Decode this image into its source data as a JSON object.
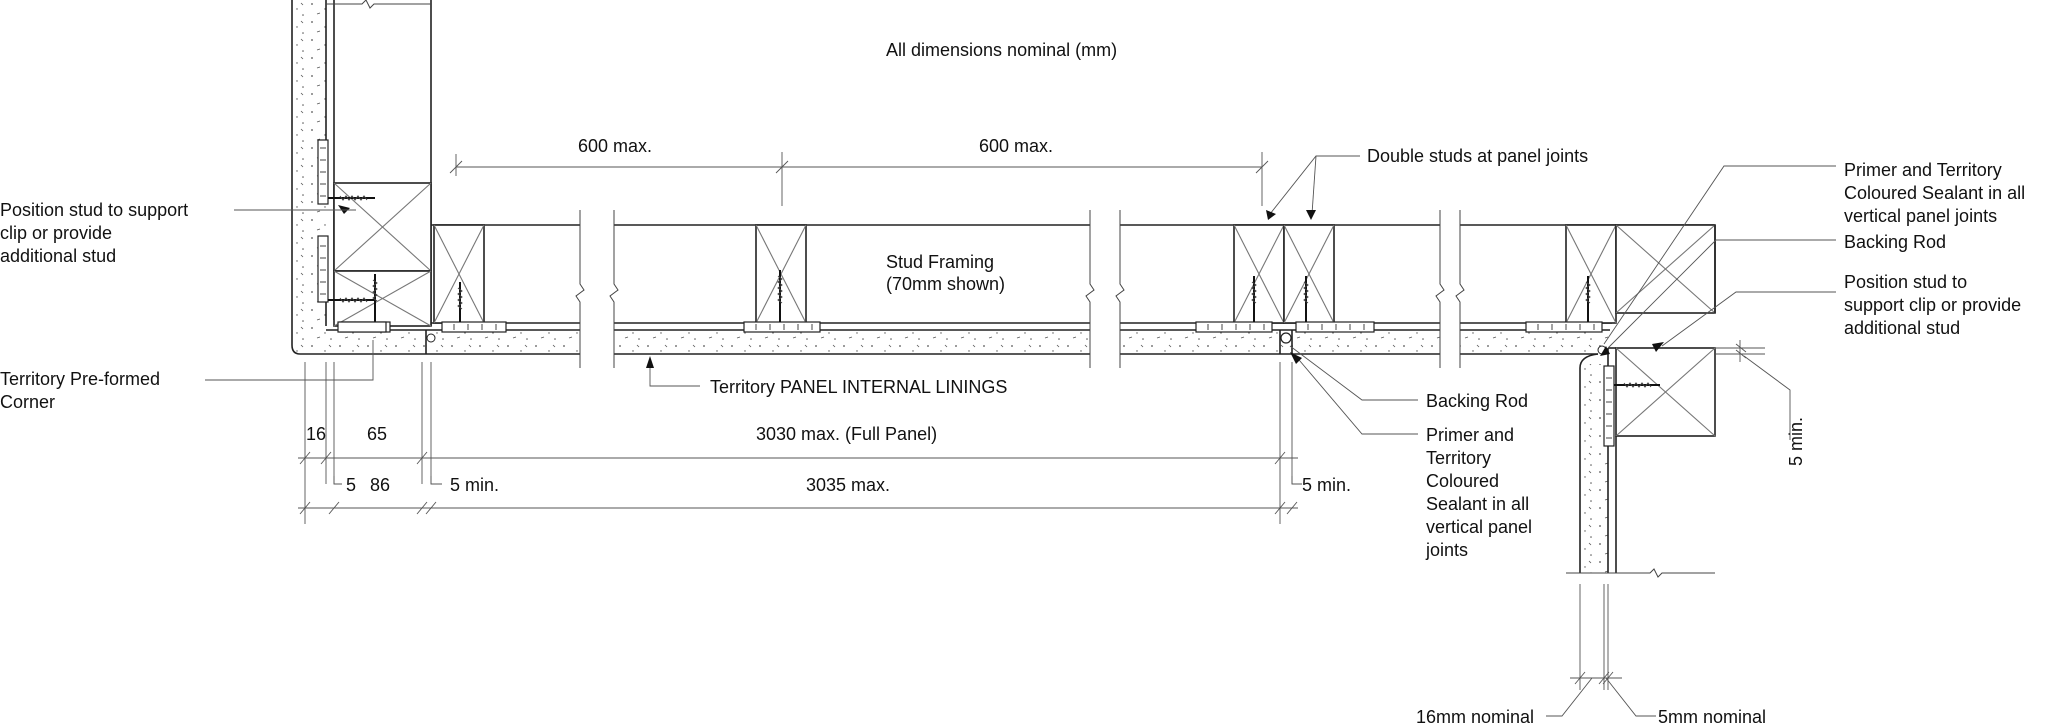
{
  "labels": {
    "nominal_note": "All dimensions nominal (mm)",
    "stud_spacing_1": "600 max.",
    "stud_spacing_2": "600 max.",
    "double_studs": "Double studs at panel joints",
    "stud_framing_line1": "Stud Framing",
    "stud_framing_line2": "(70mm shown)",
    "position_stud_left": [
      "Position stud to support",
      "clip or provide",
      "additional stud"
    ],
    "preformed_corner": [
      "Territory Pre-formed",
      "Corner"
    ],
    "panel_linings": "Territory PANEL INTERNAL LININGS",
    "dim_16": "16",
    "dim_65": "65",
    "dim_5": "5",
    "dim_86": "86",
    "dim_5min_left": "5 min.",
    "full_panel": "3030 max. (Full Panel)",
    "dim_3035": "3035 max.",
    "dim_5min_right": "5 min.",
    "backing_rod_lower": "Backing Rod",
    "sealant_lower": [
      "Primer and",
      "Territory",
      "Coloured",
      "Sealant in all",
      "vertical panel",
      "joints"
    ],
    "sealant_upper": [
      "Primer and Territory",
      "Coloured Sealant in all",
      "vertical panel joints"
    ],
    "backing_rod_upper": "Backing Rod",
    "position_stud_right": [
      "Position stud to",
      "support clip or provide",
      "additional stud"
    ],
    "dim_5min_vertical": "5 min.",
    "nominal_16": "16mm nominal",
    "nominal_5": "5mm nominal"
  }
}
